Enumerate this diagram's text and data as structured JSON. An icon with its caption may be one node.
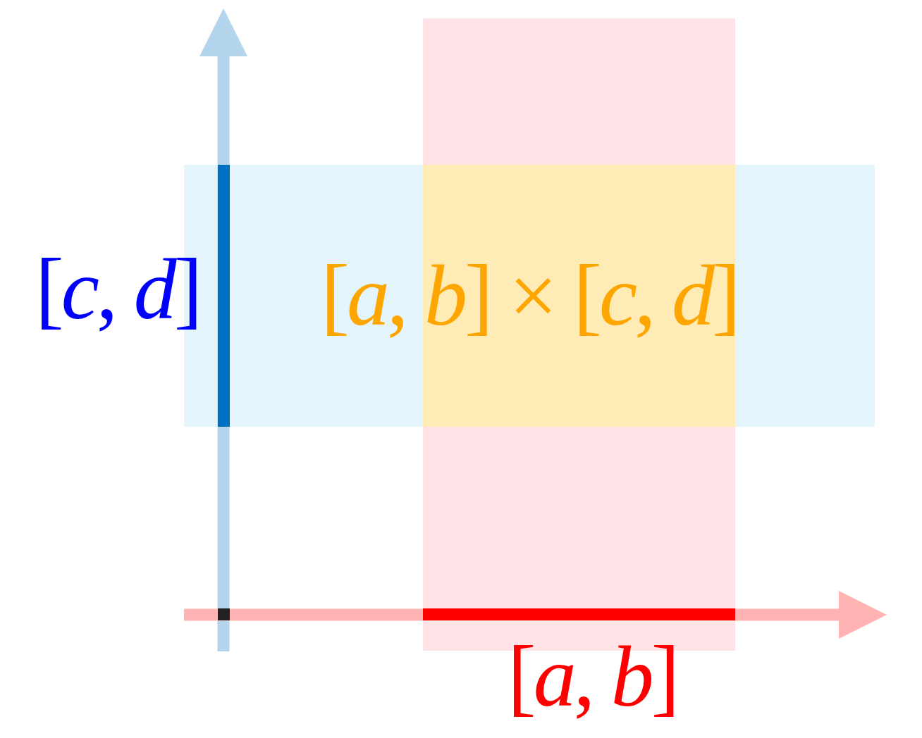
{
  "diagram": {
    "nodes": [
      {
        "text": [
          "[*a*, *b*] × [*c*, *d*]"
        ]
      }
    ],
    "labels": [
      "[*c*, *d*]",
      "[*a*, *b*]"
    ]
  }
}
